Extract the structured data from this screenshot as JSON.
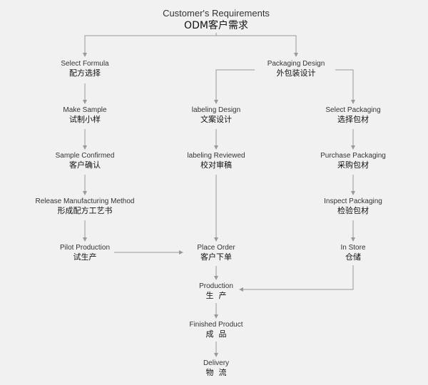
{
  "colors": {
    "background": "#f1f1f1",
    "line": "#999999",
    "text": "#222222"
  },
  "nodes": {
    "title": {
      "en": "Customer's Requirements",
      "zh": "ODM客户需求"
    },
    "select_formula": {
      "en": "Select Formula",
      "zh": "配方选择"
    },
    "make_sample": {
      "en": "Make Sample",
      "zh": "试制小样"
    },
    "sample_confirmed": {
      "en": "Sample Confirmed",
      "zh": "客户确认"
    },
    "release_method": {
      "en": "Release Manufacturing Method",
      "zh": "形成配方工艺书"
    },
    "pilot_production": {
      "en": "Pilot Production",
      "zh": "试生产"
    },
    "packaging_design": {
      "en": "Packaging Design",
      "zh": "外包装设计"
    },
    "labeling_design": {
      "en": "labeling Design",
      "zh": "文案设计"
    },
    "labeling_reviewed": {
      "en": "labeling Reviewed",
      "zh": "校对审稿"
    },
    "select_packaging": {
      "en": "Select Packaging",
      "zh": "选择包材"
    },
    "purchase_packaging": {
      "en": "Purchase Packaging",
      "zh": "采购包材"
    },
    "inspect_packaging": {
      "en": "Inspect Packaging",
      "zh": "检验包材"
    },
    "in_store": {
      "en": "In Store",
      "zh": "仓储"
    },
    "place_order": {
      "en": "Place Order",
      "zh": "客户下单"
    },
    "production": {
      "en": "Production",
      "zh": "生  产"
    },
    "finished_product": {
      "en": "Finished Product",
      "zh": "成  品"
    },
    "delivery": {
      "en": "Delivery",
      "zh": "物  流"
    }
  }
}
